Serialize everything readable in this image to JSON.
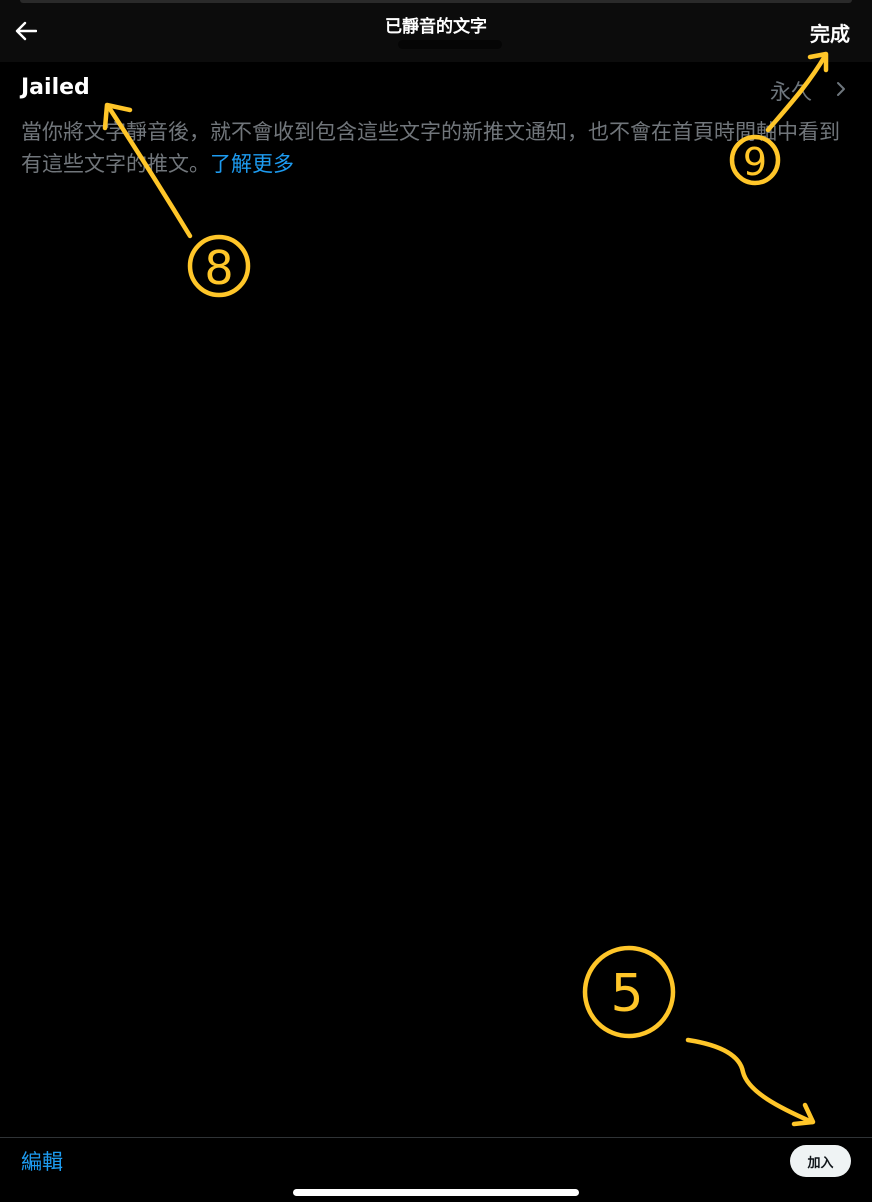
{
  "header": {
    "title": "已靜音的文字",
    "back_icon": "arrow-left-icon",
    "done_label": "完成"
  },
  "muted_word": {
    "text": "Jailed",
    "duration": "永久",
    "chevron_icon": "chevron-right-icon"
  },
  "description": {
    "text": "當你將文字靜音後，就不會收到包含這些文字的新推文通知，也不會在首頁時間軸中看到有這些文字的推文。",
    "learn_more": "了解更多"
  },
  "footer": {
    "edit_label": "編輯",
    "add_label": "加入"
  },
  "annotations": {
    "color": "#FFC629",
    "items": [
      {
        "label": "8"
      },
      {
        "label": "9"
      },
      {
        "label": "5"
      }
    ]
  },
  "colors": {
    "background": "#000000",
    "accent": "#1d9bf0",
    "secondary_text": "#71767b"
  }
}
